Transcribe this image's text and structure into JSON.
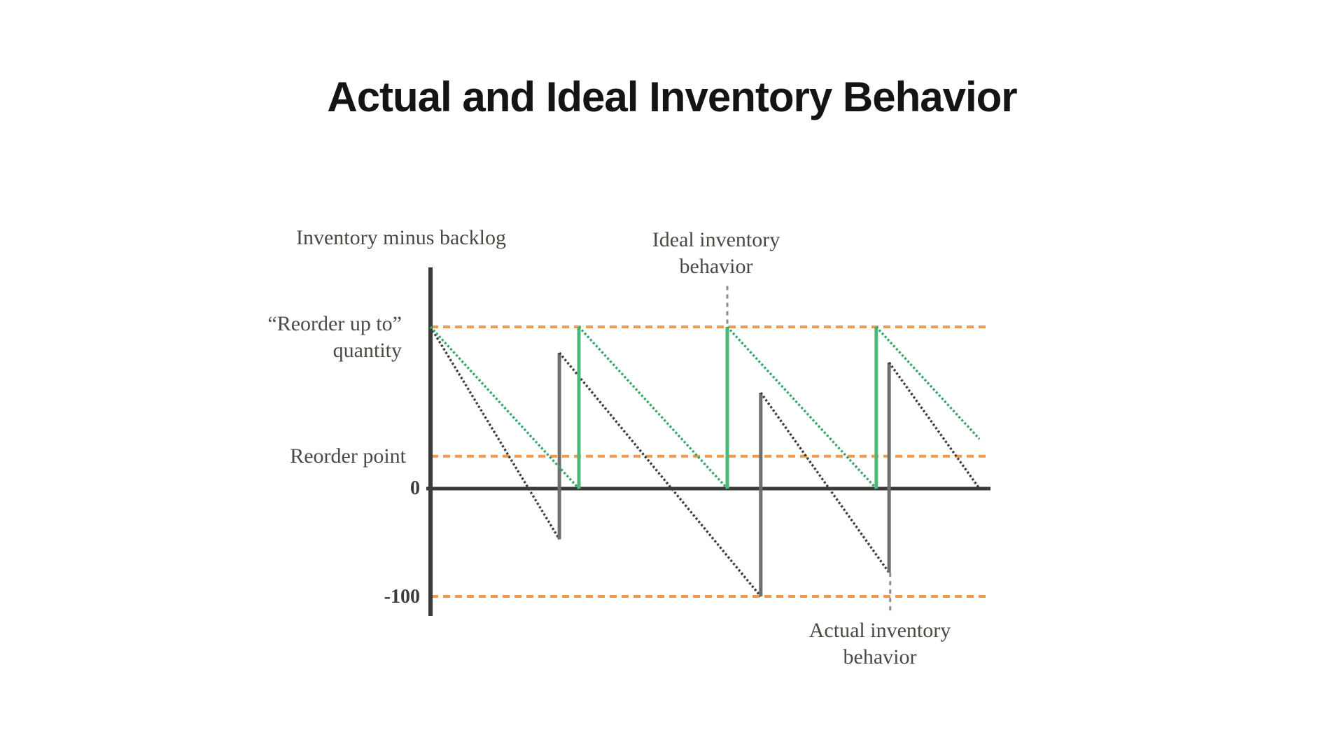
{
  "title": "Actual and Ideal Inventory Behavior",
  "labels": {
    "y_axis_title": "Inventory minus backlog",
    "ideal_line1": "Ideal inventory",
    "ideal_line2": "behavior",
    "reorder_up_to_line1": "“Reorder up to”",
    "reorder_up_to_line2": "quantity",
    "reorder_point": "Reorder point",
    "zero_tick": "0",
    "minus_100_tick": "-100",
    "actual_line1": "Actual inventory",
    "actual_line2": "behavior"
  },
  "chart_data": {
    "type": "line",
    "title": "Actual and Ideal Inventory Behavior",
    "xlabel": "",
    "ylabel": "Inventory minus backlog",
    "x_axis": {
      "range": [
        0,
        100
      ],
      "ticks_visible": false
    },
    "y_axis": {
      "range": [
        -118,
        205
      ],
      "ticks": [
        {
          "value": 0,
          "label": "0"
        },
        {
          "value": -100,
          "label": "-100"
        }
      ]
    },
    "grid": false,
    "legend": "inline-annotations",
    "colors": {
      "guide_orange": "#f0994d",
      "ideal_green": "#33a765",
      "ideal_green_riser": "#4cb87a",
      "actual_dark": "#3d3d3b",
      "actual_gray_riser": "#6e6e6c",
      "axis": "#3a3a38",
      "pointer_gray": "#8d8d8d",
      "label_gray": "#4c4843",
      "title_black": "#141414"
    },
    "guides": [
      {
        "name": "reorder-up-to-level",
        "value": 150,
        "label": "“Reorder up to” quantity"
      },
      {
        "name": "reorder-point-level",
        "value": 30,
        "label": "Reorder point"
      },
      {
        "name": "minus-100-level",
        "value": -100,
        "label": "-100"
      }
    ],
    "series": [
      {
        "name": "Ideal inventory behavior",
        "style": "sawtooth",
        "points": [
          [
            0,
            150
          ],
          [
            26.6,
            0
          ],
          [
            26.6,
            150
          ],
          [
            53.2,
            0
          ],
          [
            53.2,
            150
          ],
          [
            79.9,
            0
          ],
          [
            79.9,
            150
          ],
          [
            98.4,
            46
          ]
        ]
      },
      {
        "name": "Actual inventory behavior",
        "style": "sawtooth",
        "points": [
          [
            0,
            150
          ],
          [
            23.1,
            -47
          ],
          [
            23.1,
            126
          ],
          [
            59.2,
            -100
          ],
          [
            59.2,
            89
          ],
          [
            82.2,
            -78
          ],
          [
            82.2,
            117
          ],
          [
            98.4,
            0
          ]
        ]
      }
    ],
    "annotations": [
      {
        "name": "ideal-callout",
        "text": "Ideal inventory behavior",
        "pointer": {
          "t": 53.2,
          "from_v": 188,
          "to_v": 151
        }
      },
      {
        "name": "actual-callout",
        "text": "Actual inventory behavior",
        "pointer": {
          "t": 82.4,
          "from_v": -78,
          "to_v": -116
        }
      }
    ]
  }
}
